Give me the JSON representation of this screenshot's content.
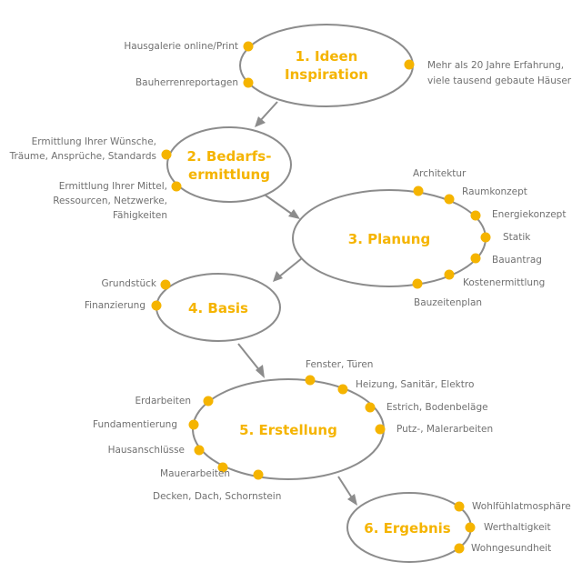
{
  "colors": {
    "accent": "#f5b400",
    "outline": "#8c8c8c",
    "text": "#707070"
  },
  "stages": [
    {
      "title": [
        "1. Ideen",
        "Inspiration"
      ],
      "items": [
        "Hausgalerie online/Print",
        "Bauherrenreportagen",
        "Mehr als 20 Jahre Erfahrung,",
        "viele tausend gebaute Häuser"
      ]
    },
    {
      "title": [
        "2. Bedarfs-",
        "ermittlung"
      ],
      "items": [
        "Ermittlung Ihrer Wünsche,",
        "Träume, Ansprüche, Standards",
        "Ermittlung Ihrer Mittel,",
        "Ressourcen, Netzwerke,",
        "Fähigkeiten"
      ]
    },
    {
      "title": [
        "3. Planung"
      ],
      "items": [
        "Architektur",
        "Raumkonzept",
        "Energiekonzept",
        "Statik",
        "Bauantrag",
        "Kostenermittlung",
        "Bauzeitenplan"
      ]
    },
    {
      "title": [
        "4. Basis"
      ],
      "items": [
        "Grundstück",
        "Finanzierung"
      ]
    },
    {
      "title": [
        "5. Erstellung"
      ],
      "items": [
        "Fenster, Türen",
        "Heizung, Sanitär, Elektro",
        "Estrich, Bodenbeläge",
        "Putz-, Malerarbeiten",
        "Erdarbeiten",
        "Fundamentierung",
        "Hausanschlüsse",
        "Mauerarbeiten",
        "Decken, Dach, Schornstein"
      ]
    },
    {
      "title": [
        "6. Ergebnis"
      ],
      "items": [
        "Wohlfühlatmosphäre",
        "Werthaltigkeit",
        "Wohngesundheit"
      ]
    }
  ]
}
